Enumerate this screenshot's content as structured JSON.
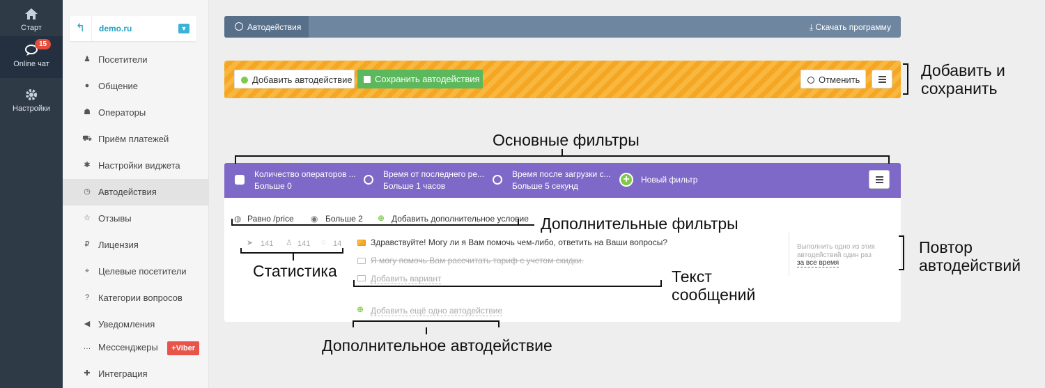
{
  "rail": {
    "items": [
      {
        "label": "Старт",
        "icon": "home-icon"
      },
      {
        "label": "Online чат",
        "icon": "chat-icon",
        "badge": "15"
      },
      {
        "label": "Настройки",
        "icon": "gear-icon"
      }
    ]
  },
  "sidebar": {
    "site": "demo.ru",
    "items": [
      {
        "label": "Посетители",
        "icon": "visitor-icon"
      },
      {
        "label": "Общение",
        "icon": "speech-bubble-icon"
      },
      {
        "label": "Операторы",
        "icon": "users-icon"
      },
      {
        "label": "Приём платежей",
        "icon": "cart-icon"
      },
      {
        "label": "Настройки виджета",
        "icon": "cog-icon"
      },
      {
        "label": "Автодействия",
        "icon": "clock-icon",
        "active": true
      },
      {
        "label": "Отзывы",
        "icon": "star-icon"
      },
      {
        "label": "Лицензия",
        "icon": "ruble-icon"
      },
      {
        "label": "Целевые посетители",
        "icon": "target-icon"
      },
      {
        "label": "Категории вопросов",
        "icon": "question-icon"
      },
      {
        "label": "Уведомления",
        "icon": "megaphone-icon"
      },
      {
        "label": "Мессенджеры",
        "icon": "chat-dots-icon",
        "tag": "+Viber"
      },
      {
        "label": "Интеграция",
        "icon": "puzzle-icon"
      }
    ]
  },
  "topbar": {
    "tab": "Автодействия",
    "download": "Скачать программу"
  },
  "toolbar": {
    "add": "Добавить автодействие",
    "save": "Сохранить автодействия",
    "cancel": "Отменить"
  },
  "filters": [
    {
      "title": "Количество операторов ...",
      "value": "Больше 0",
      "icon": "users-icon"
    },
    {
      "title": "Время от последнего ре...",
      "value": "Больше 1 часов",
      "icon": "clock-icon"
    },
    {
      "title": "Время после загрузки с...",
      "value": "Больше 5 секунд",
      "icon": "clock-icon"
    }
  ],
  "new_filter": "Новый фильтр",
  "extra_filters": {
    "url": "Равно /price",
    "views": "Больше 2",
    "add": "Добавить дополнительное условие"
  },
  "stats": {
    "sent": "141",
    "visitors": "141",
    "replies": "14"
  },
  "messages": [
    {
      "text": "Здравствуйте! Могу ли я Вам помочь чем-либо, ответить на Ваши вопросы?",
      "state": "active"
    },
    {
      "text": "Я могу помочь Вам рассчитать тариф с учетом скидки.",
      "state": "disabled"
    }
  ],
  "add_variant": "Добавить вариант",
  "add_another": "Добавить ещё одно автодействие",
  "repeat": {
    "line1": "Выполнить одно из этих",
    "line2": "автодействий один раз",
    "link": "за все время"
  },
  "annotations": {
    "add_save_1": "Добавить и",
    "add_save_2": "сохранить",
    "main_filters": "Основные фильтры",
    "extra_filters": "Дополнительные фильтры",
    "stats": "Статистика",
    "repeat_1": "Повтор",
    "repeat_2": "автодействий",
    "text_1": "Текст",
    "text_2": "сообщений",
    "extra_action": "Дополнительное автодействие"
  },
  "colors": {
    "rail": "#2f3a47",
    "orange": "#f5a623",
    "purple": "#7f69c8",
    "green": "#5cb85c",
    "accent": "#2aa1c0"
  }
}
